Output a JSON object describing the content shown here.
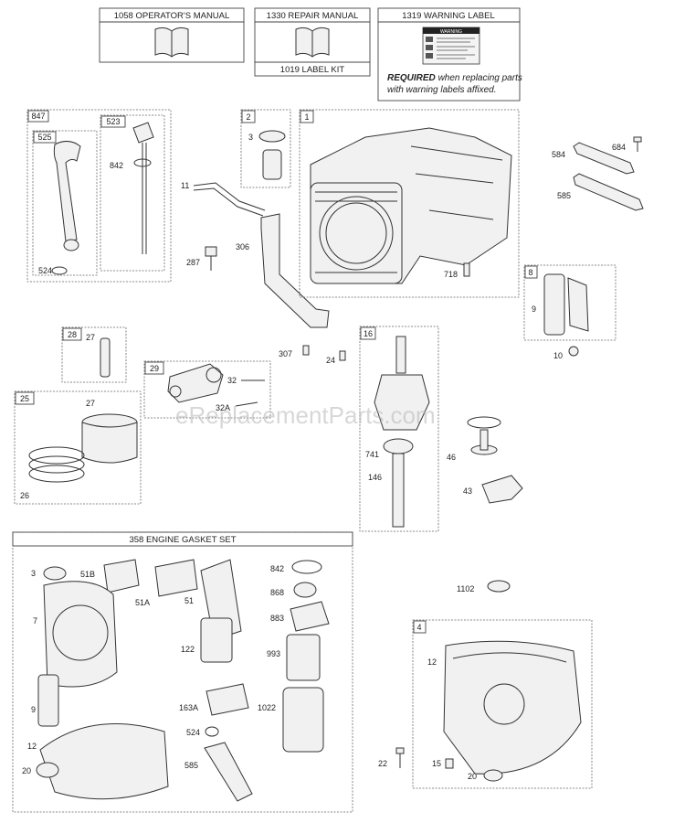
{
  "manuals": {
    "operators": "1058 OPERATOR'S MANUAL",
    "repair": "1330 REPAIR MANUAL",
    "label_kit": "1019 LABEL KIT",
    "warning": "1319 WARNING LABEL",
    "required_bold": "REQUIRED",
    "required_rest": " when replacing parts",
    "required_line2": "with warning labels affixed.",
    "warning_label_text": "WARNING"
  },
  "watermark": "eReplacementParts.com",
  "gasket_set_title": "358 ENGINE GASKET SET",
  "parts": {
    "p847": "847",
    "p523": "523",
    "p525": "525",
    "p842a": "842",
    "p524a": "524",
    "p2": "2",
    "p3a": "3",
    "p1": "1",
    "p11": "11",
    "p287": "287",
    "p306": "306",
    "p718": "718",
    "p584": "584",
    "p684": "684",
    "p585a": "585",
    "p8": "8",
    "p9a": "9",
    "p10": "10",
    "p28": "28",
    "p27a": "27",
    "p29": "29",
    "p32": "32",
    "p32a": "32A",
    "p307": "307",
    "p24": "24",
    "p16": "16",
    "p741": "741",
    "p146": "146",
    "p46": "46",
    "p43": "43",
    "p25": "25",
    "p27b": "27",
    "p26": "26",
    "g3": "3",
    "g51b": "51B",
    "g51a": "51A",
    "g51": "51",
    "g842": "842",
    "g868": "868",
    "g883": "883",
    "g7": "7",
    "g122": "122",
    "g993": "993",
    "g9": "9",
    "g163a": "163A",
    "g1022": "1022",
    "g524": "524",
    "g12": "12",
    "g585": "585",
    "g20": "20",
    "p1102": "1102",
    "p4": "4",
    "p12b": "12",
    "p22": "22",
    "p15": "15",
    "p20b": "20"
  }
}
